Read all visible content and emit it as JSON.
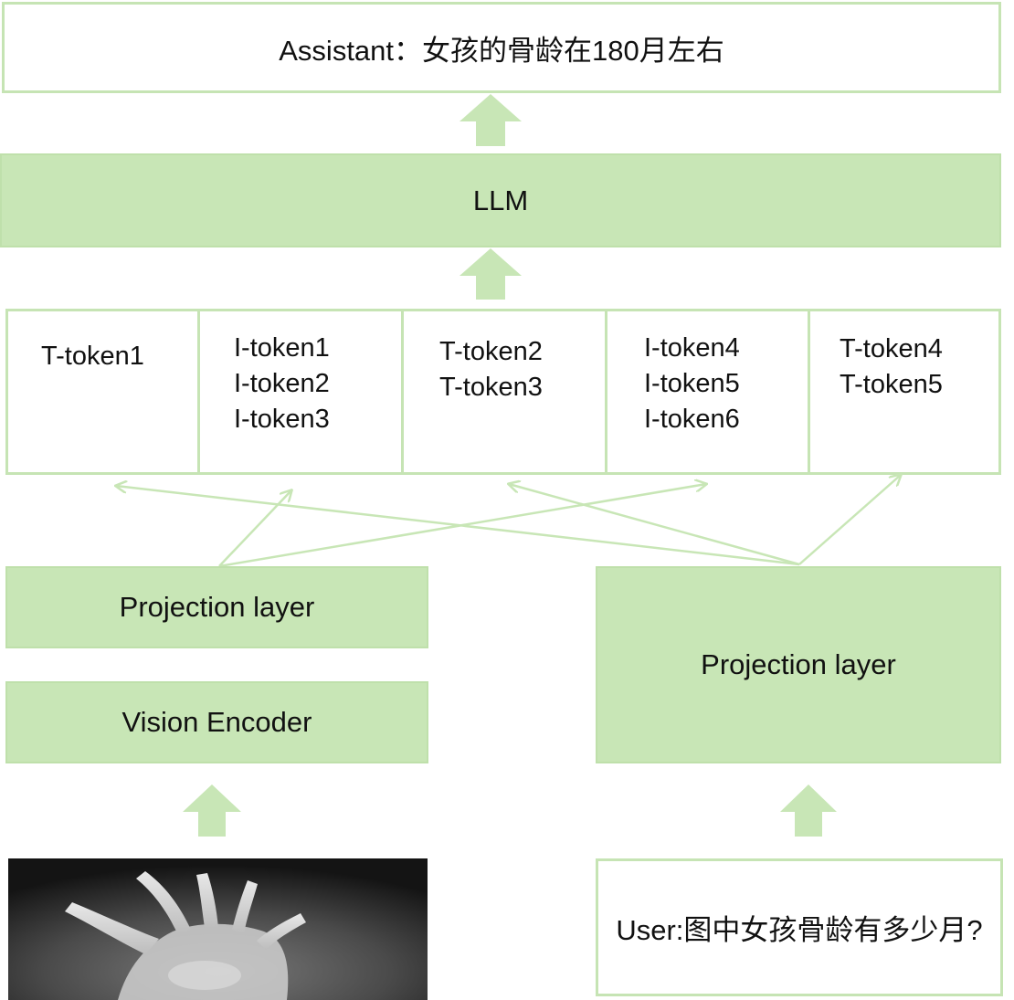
{
  "output": {
    "text": "Assistant：女孩的骨龄在180月左右"
  },
  "llm": {
    "label": "LLM"
  },
  "tokens": [
    [
      "T-token1"
    ],
    [
      "I-token1",
      "I-token2",
      "I-token3"
    ],
    [
      "T-token2",
      "T-token3"
    ],
    [
      "I-token4",
      "I-token5",
      "I-token6"
    ],
    [
      "T-token4",
      "T-token5"
    ]
  ],
  "left_projection": {
    "label": "Projection layer"
  },
  "vision_encoder": {
    "label": "Vision Encoder"
  },
  "right_projection": {
    "label": "Projection layer"
  },
  "user_input": {
    "text": "User:图中女孩骨龄有多少月?"
  },
  "colors": {
    "box_fill": "#c8e6b6",
    "border": "#c6e4b4",
    "arrow": "#c8e6b6",
    "line": "#c8e6b6"
  }
}
